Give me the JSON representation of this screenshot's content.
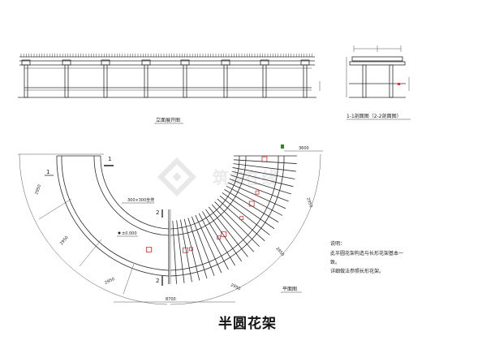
{
  "drawing": {
    "title": "半圆花架",
    "elevation_caption": "立面展开图",
    "section_caption": "1-1剖面图（2-2剖面图）",
    "plan_caption": "平面图",
    "notes_heading": "说明：",
    "notes_line1": "此半圆花架构造与长形花架基本一",
    "notes_line2": "致。",
    "notes_line3": "详细做法参照长形花架。",
    "section_marks": [
      "1",
      "1",
      "2",
      "2"
    ],
    "plan_labels": {
      "seat_label": "300×300坐凳",
      "level": "±0.000"
    },
    "dims": [
      "2950",
      "2950",
      "2950",
      "2950",
      "2950",
      "2950",
      "3600",
      "8700"
    ],
    "watermark": "筑龙在线"
  },
  "colors": {
    "line": "#2b2b2b",
    "marker": "#e03030",
    "watermark": "#d8d8d8",
    "accent_green": "#2a8a2a"
  }
}
